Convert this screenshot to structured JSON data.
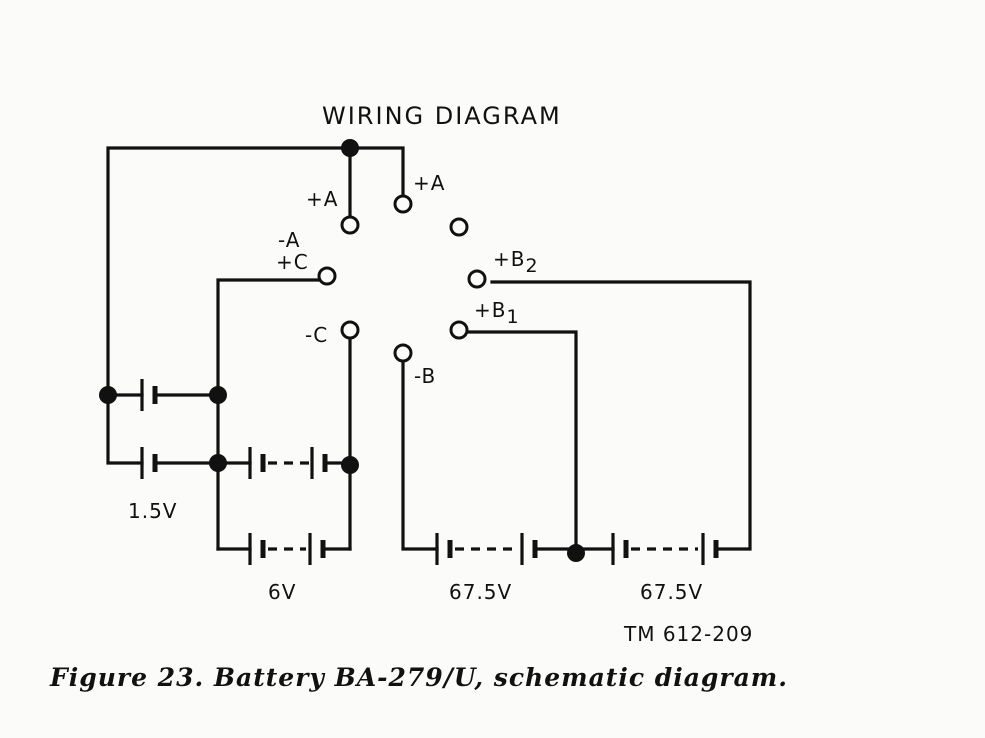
{
  "diagram": {
    "title": "WIRING DIAGRAM",
    "terminals": {
      "plus_a_left": "+A",
      "plus_a_right": "+A",
      "minus_a": "-A",
      "plus_c": "+C",
      "minus_c": "-C",
      "plus_b2_plus": "+B",
      "plus_b2_sub": "2",
      "plus_b1_plus": "+B",
      "plus_b1_sub": "1",
      "minus_b": "-B"
    },
    "voltages": {
      "filament": "1.5V",
      "bias": "6V",
      "b_low": "67.5V",
      "b_high": "67.5V"
    },
    "reference": "TM 612-209",
    "caption": "Figure 23. Battery BA-279/U, schematic diagram."
  }
}
